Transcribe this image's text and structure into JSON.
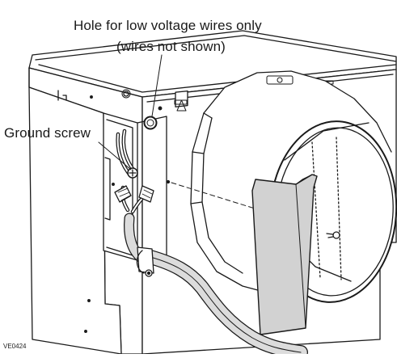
{
  "labels": {
    "hole_line1": "Hole for low voltage wires only",
    "hole_line2": "(wires not shown)",
    "ground_screw": "Ground screw",
    "figure_code": "VE0424"
  },
  "colors": {
    "line": "#1a1a1a",
    "cover_plate": "#d2d2d2",
    "cable": "#dcdcdc",
    "background": "#ffffff"
  }
}
